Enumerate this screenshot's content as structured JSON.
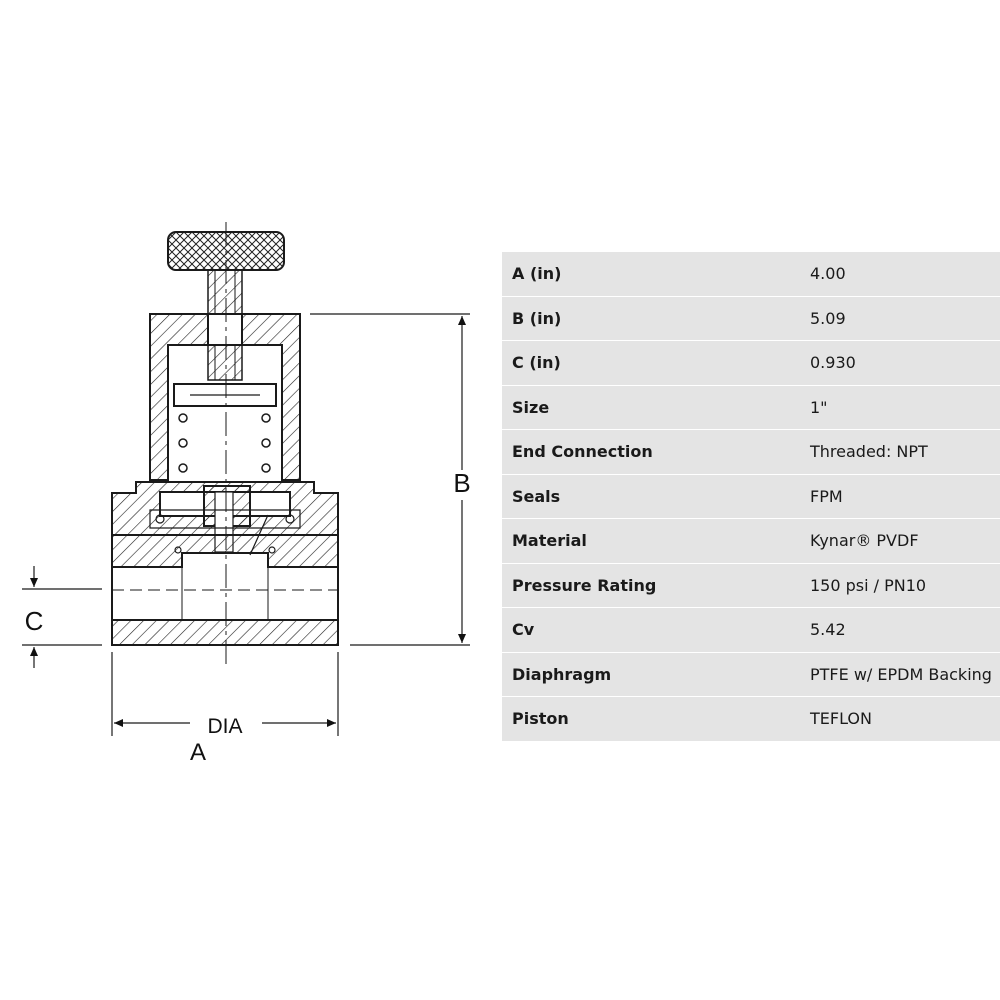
{
  "diagram": {
    "labels": {
      "a": "A",
      "b": "B",
      "c": "C",
      "dia": "DIA"
    }
  },
  "specs": {
    "rows": [
      {
        "label": "A (in)",
        "value": "4.00"
      },
      {
        "label": "B (in)",
        "value": "5.09"
      },
      {
        "label": "C (in)",
        "value": "0.930"
      },
      {
        "label": "Size",
        "value": "1\""
      },
      {
        "label": "End Connection",
        "value": "Threaded: NPT"
      },
      {
        "label": "Seals",
        "value": "FPM"
      },
      {
        "label": "Material",
        "value": "Kynar® PVDF"
      },
      {
        "label": "Pressure Rating",
        "value": "150 psi / PN10"
      },
      {
        "label": "Cv",
        "value": "5.42"
      },
      {
        "label": "Diaphragm",
        "value": "PTFE w/ EPDM Backing"
      },
      {
        "label": "Piston",
        "value": "TEFLON"
      }
    ]
  },
  "colors": {
    "line": "#1a1a1a",
    "table_bg": "#e4e4e4",
    "table_divider": "#ffffff"
  }
}
